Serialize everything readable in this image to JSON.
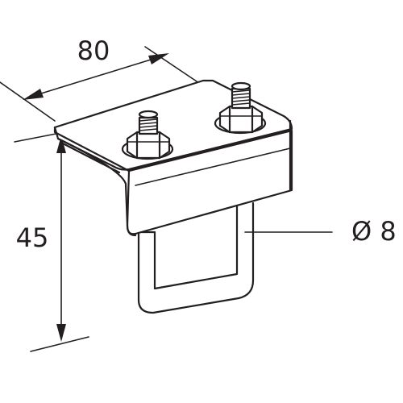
{
  "dimensions": {
    "width_label": "80",
    "height_label": "45",
    "diameter_label": "Ø 8"
  }
}
